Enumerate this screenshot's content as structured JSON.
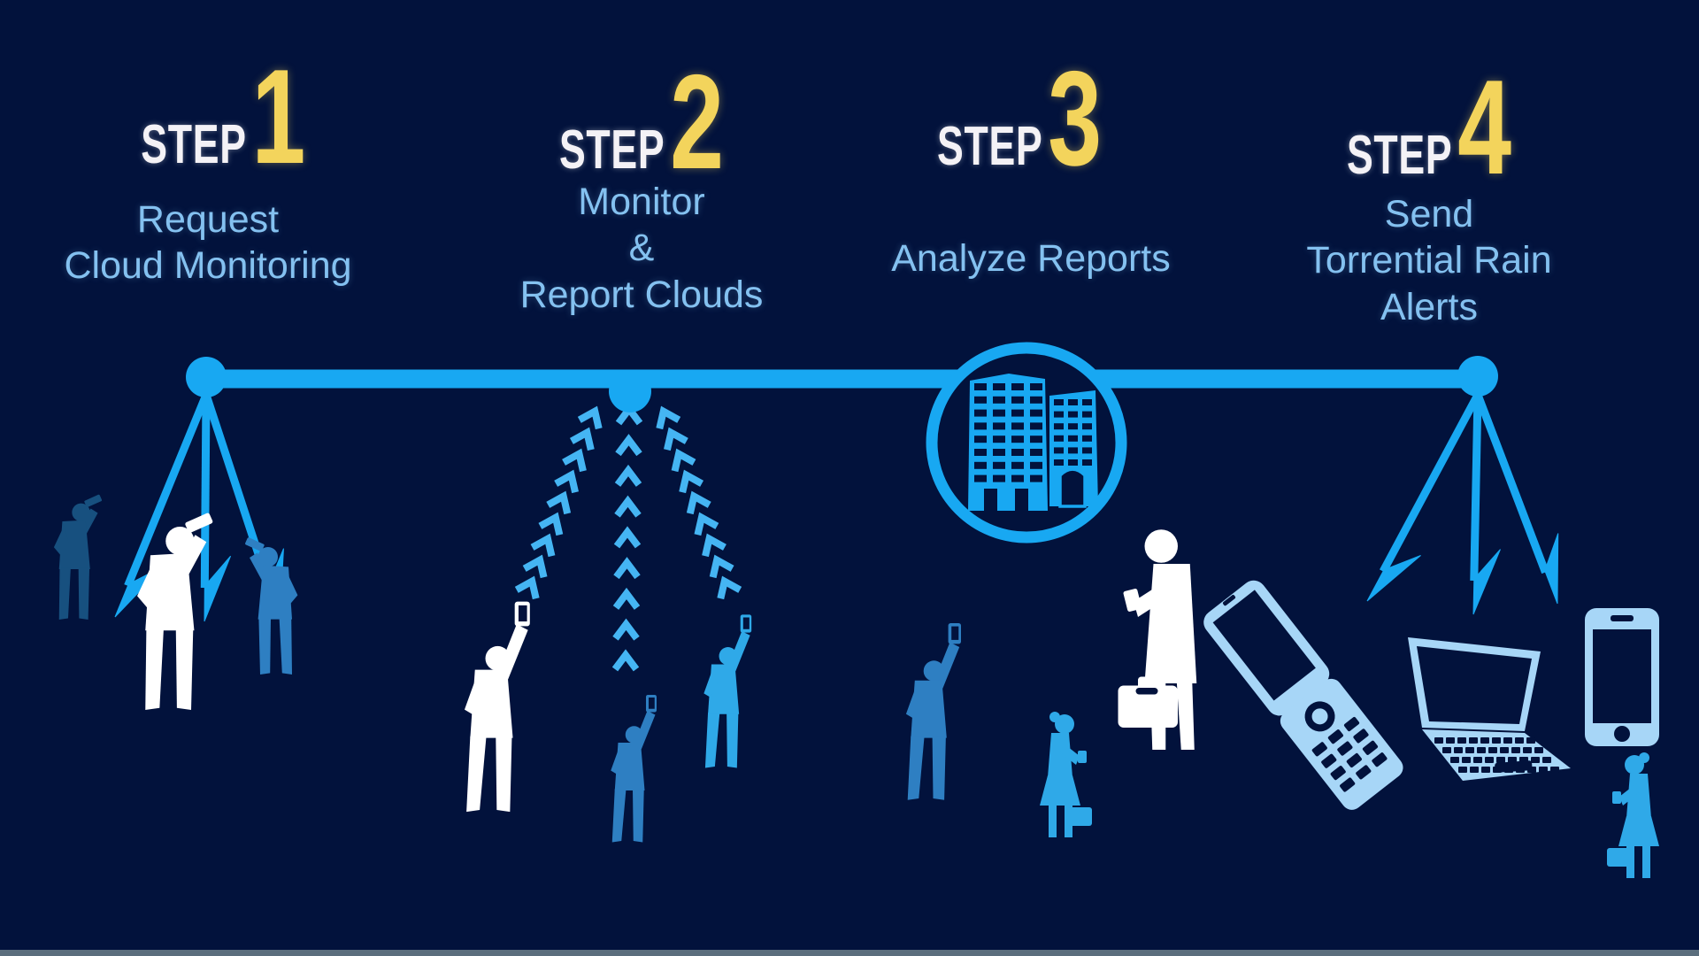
{
  "diagram": {
    "type": "process-infographic",
    "topic": "Torrential rain alert workflow",
    "steps": [
      {
        "label": "STEP",
        "number": "1",
        "lines": [
          "Request",
          "Cloud Monitoring",
          ""
        ]
      },
      {
        "label": "STEP",
        "number": "2",
        "lines": [
          "Monitor",
          "&",
          "Report Clouds"
        ]
      },
      {
        "label": "STEP",
        "number": "3",
        "lines": [
          "Analyze Reports",
          "",
          ""
        ]
      },
      {
        "label": "STEP",
        "number": "4",
        "lines": [
          "Send",
          "Torrential Rain",
          "Alerts"
        ]
      }
    ],
    "icons": [
      "timeline-node-icon",
      "hq-building-icon",
      "binoculars-person-icon",
      "phone-up-person-icon",
      "phone-reading-person-icon",
      "woman-phone-person-icon",
      "up-chevron-stream-icon",
      "down-alert-arrow-icon",
      "flip-phone-icon",
      "laptop-icon",
      "smartphone-icon"
    ],
    "colors": {
      "background": "#02123C",
      "timeline_blue": "#18A8F2",
      "chevron_blue": "#45B5F3",
      "title_blue": "#84C1F0",
      "step_label_white": "#F4F2F6",
      "step_number_yellow": "#F3D45C",
      "figure_white": "#FFFFFF",
      "figure_medium_blue": "#2E7FC2",
      "figure_dark_blue": "#17507F",
      "figure_bright_blue": "#2FA9E8",
      "device_pale_blue": "#A7D6F7",
      "footer_strip_gray": "#5B6E7D"
    }
  }
}
